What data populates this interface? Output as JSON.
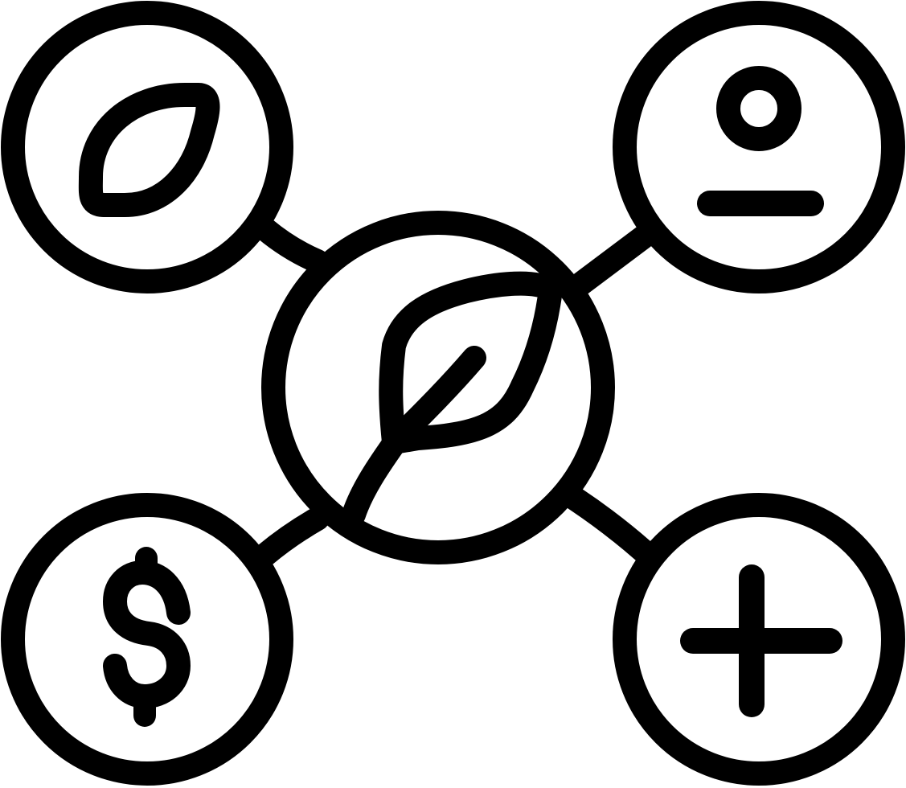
{
  "diagram": {
    "style": "monoline-icon",
    "colors": {
      "stroke": "#000000",
      "background": "#ffffff"
    },
    "center_node": {
      "icon": "leaf-icon"
    },
    "outer_nodes": [
      {
        "id": "top-left",
        "icon": "leaf-icon"
      },
      {
        "id": "top-right",
        "icon": "minus-user-icon"
      },
      {
        "id": "bottom-left",
        "icon": "dollar-icon"
      },
      {
        "id": "bottom-right",
        "icon": "plus-icon"
      }
    ],
    "connections": [
      {
        "from": "center",
        "to": "top-left"
      },
      {
        "from": "center",
        "to": "top-right"
      },
      {
        "from": "center",
        "to": "bottom-left"
      },
      {
        "from": "center",
        "to": "bottom-right"
      }
    ]
  }
}
